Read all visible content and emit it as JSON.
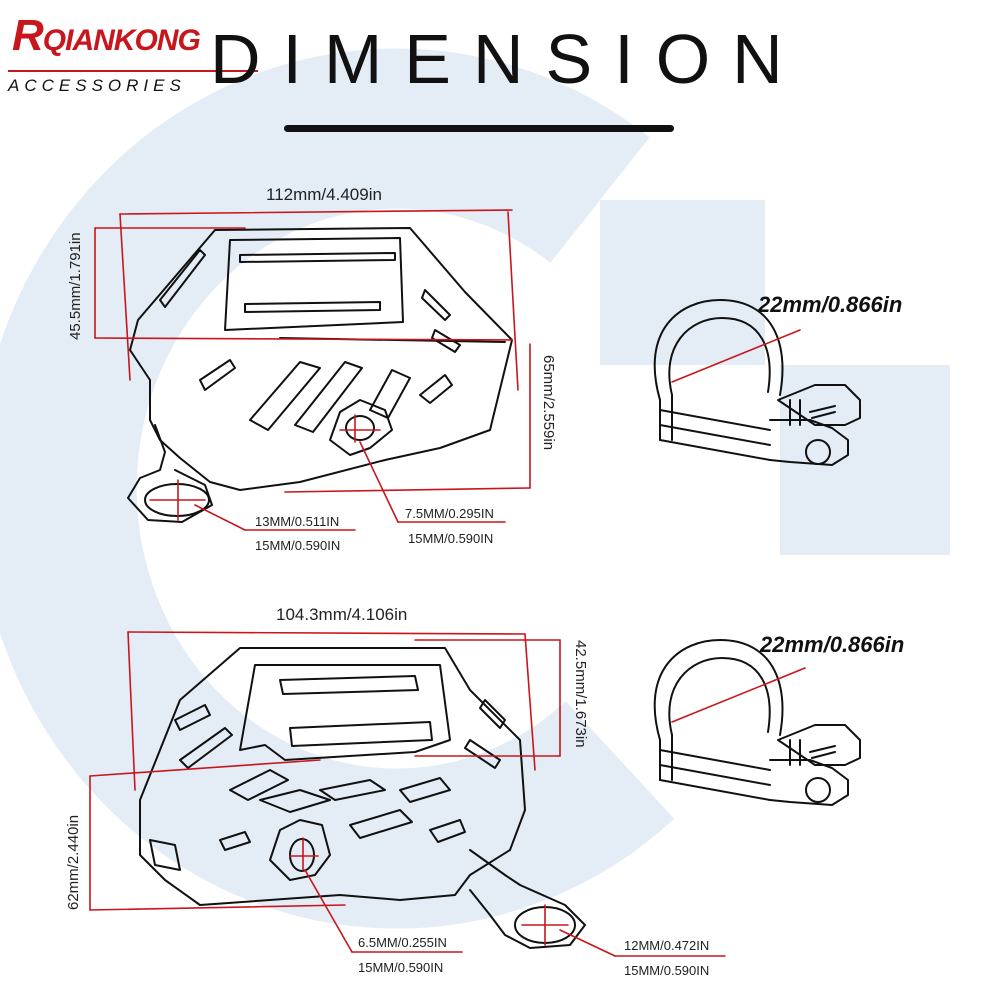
{
  "brand": {
    "first_letter": "R",
    "rest": "QIANKONG",
    "sub": "ACCESSORIES"
  },
  "title": "DIMENSION",
  "colors": {
    "accent": "#c8161d",
    "watermark": "#dde7f4",
    "ink": "#111111"
  },
  "top_guard": {
    "width": "112mm/4.409in",
    "depth": "45.5mm/1.791in",
    "height": "65mm/2.559in",
    "hole_left_a": "13MM/0.511IN",
    "hole_left_b": "15MM/0.590IN",
    "hole_mid_a": "7.5MM/0.295IN",
    "hole_mid_b": "15MM/0.590IN"
  },
  "top_clamp": {
    "diameter": "22mm/0.866in"
  },
  "bottom_guard": {
    "width": "104.3mm/4.106in",
    "depth": "42.5mm/1.673in",
    "height": "62mm/2.440in",
    "hole_mid_a": "6.5MM/0.255IN",
    "hole_mid_b": "15MM/0.590IN",
    "hole_right_a": "12MM/0.472IN",
    "hole_right_b": "15MM/0.590IN"
  },
  "bottom_clamp": {
    "diameter": "22mm/0.866in"
  }
}
